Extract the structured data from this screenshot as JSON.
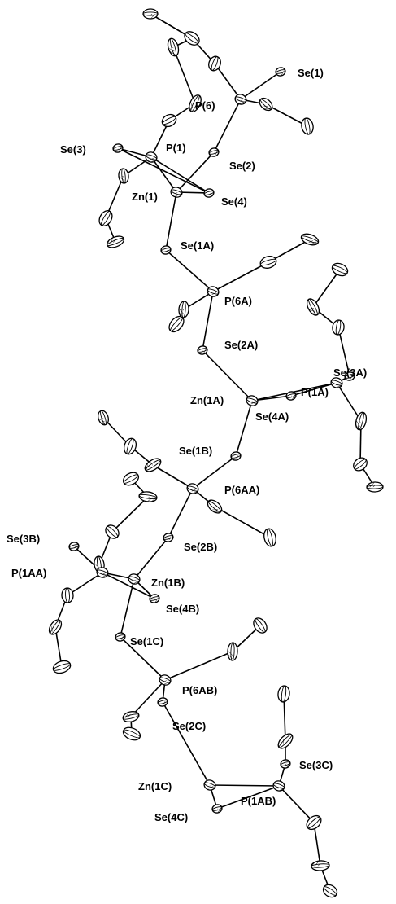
{
  "figure": {
    "labels": {
      "se1": "Se(1)",
      "p6": "P(6)",
      "se3": "Se(3)",
      "p1": "P(1)",
      "se2": "Se(2)",
      "zn1": "Zn(1)",
      "se4": "Se(4)",
      "se1a": "Se(1A)",
      "p6a": "P(6A)",
      "se2a": "Se(2A)",
      "se3a": "Se(3A)",
      "zn1a": "Zn(1A)",
      "p1a": "P(1A)",
      "se4a": "Se(4A)",
      "se1b": "Se(1B)",
      "p6aa": "P(6AA)",
      "se2b": "Se(2B)",
      "se3b": "Se(3B)",
      "p1aa": "P(1AA)",
      "zn1b": "Zn(1B)",
      "se4b": "Se(4B)",
      "se1c": "Se(1C)",
      "p6ab": "P(6AB)",
      "se2c": "Se(2C)",
      "se3c": "Se(3C)",
      "zn1c": "Zn(1C)",
      "p1ab": "P(1AB)",
      "se4c": "Se(4C)"
    }
  }
}
